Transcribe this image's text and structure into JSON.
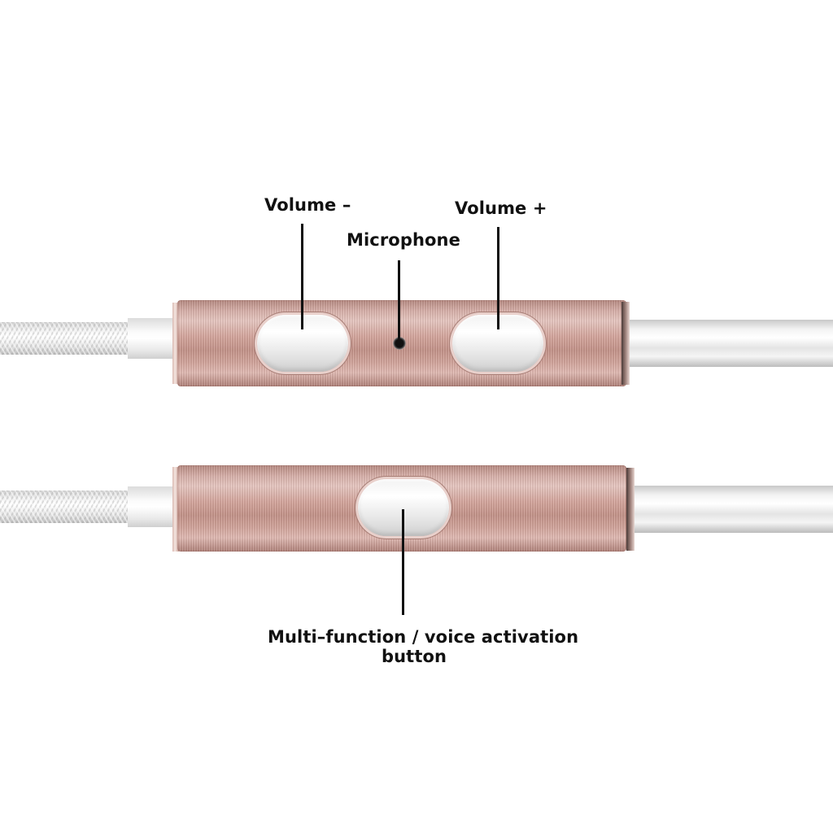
{
  "labels": {
    "volume_minus": "Volume –",
    "microphone": "Microphone",
    "volume_plus": "Volume +",
    "multi_function_line1": "Multi–function / voice activation",
    "multi_function_line2": "button"
  },
  "colors": {
    "body_rose_gold": "#d4a69d",
    "button_silver": "#e6e6e6",
    "cable": "#e4e4e4",
    "leader_line": "#111111",
    "background": "#ffffff"
  }
}
